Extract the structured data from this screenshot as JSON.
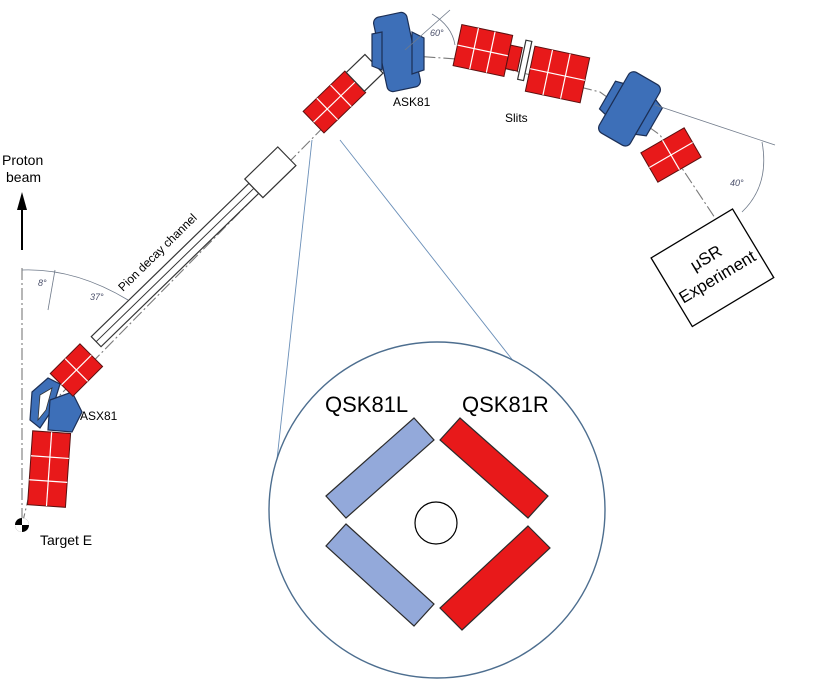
{
  "labels": {
    "proton_beam_line1": "Proton",
    "proton_beam_line2": "beam",
    "target": "Target E",
    "asx81": "ASX81",
    "pion_channel": "Pion decay channel",
    "ask81": "ASK81",
    "slits": "Slits",
    "musr_line1": "μSR",
    "musr_line2": "Experiment",
    "qsk81l": "QSK81L",
    "qsk81r": "QSK81R"
  },
  "angles": {
    "a8": "8°",
    "a37": "37°",
    "a60": "60°",
    "a40": "40°"
  },
  "colors": {
    "quadrupole_red": "#e8191a",
    "dipole_blue": "#3d6fb8",
    "inset_light_blue": "#93a9da",
    "leader_line": "#6a8fb8"
  }
}
